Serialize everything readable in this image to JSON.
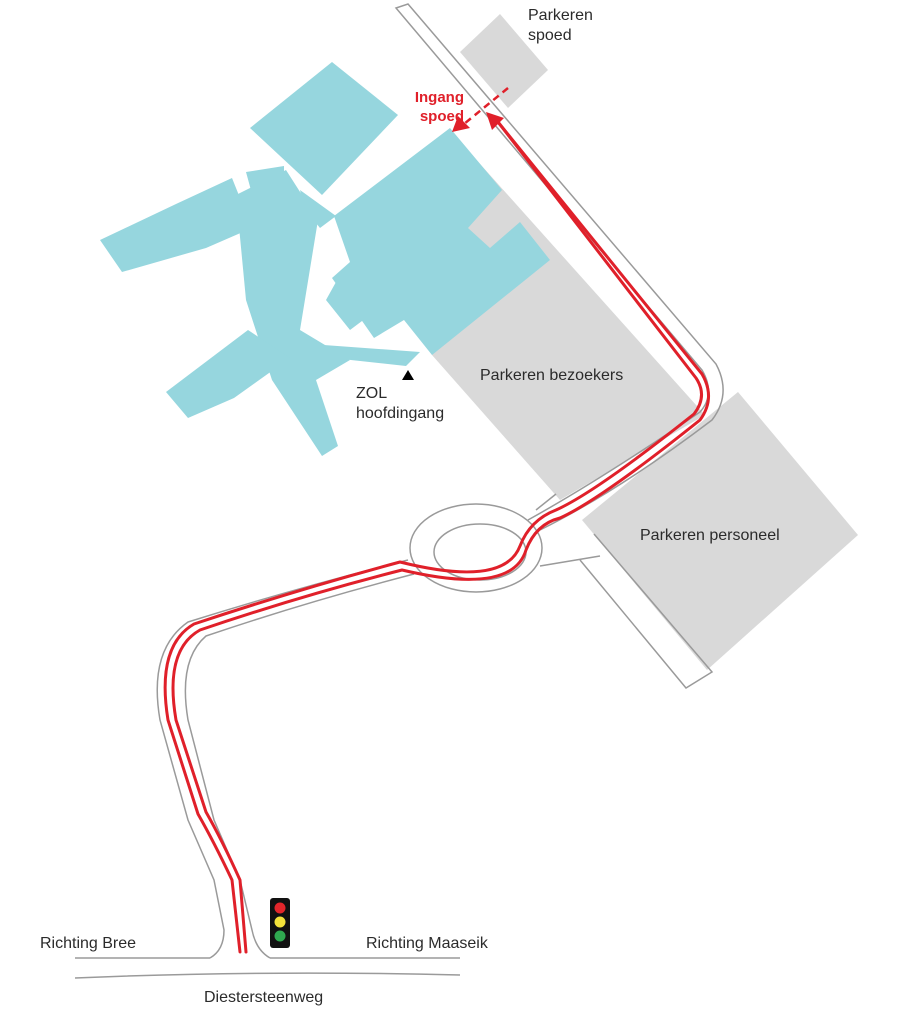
{
  "map": {
    "labels": {
      "parking_emergency_line1": "Parkeren",
      "parking_emergency_line2": "spoed",
      "emergency_entrance_line1": "Ingang",
      "emergency_entrance_line2": "spoed",
      "parking_visitors": "Parkeren bezoekers",
      "parking_staff": "Parkeren personeel",
      "main_entrance_line1": "ZOL",
      "main_entrance_line2": "hoofdingang",
      "direction_bree": "Richting Bree",
      "direction_maaseik": "Richting Maaseik",
      "street": "Diestersteenweg"
    },
    "icons": {
      "entrance_marker": "triangle-up-icon",
      "traffic_light": "traffic-light-icon"
    },
    "colors": {
      "building": "#96d6de",
      "parking": "#d9d9d9",
      "road_outline": "#9a9a9a",
      "route": "#e0202a",
      "text": "#2b2b2b",
      "traffic_red": "#e3262b",
      "traffic_yellow": "#f3e23b",
      "traffic_green": "#2fa84f"
    }
  }
}
